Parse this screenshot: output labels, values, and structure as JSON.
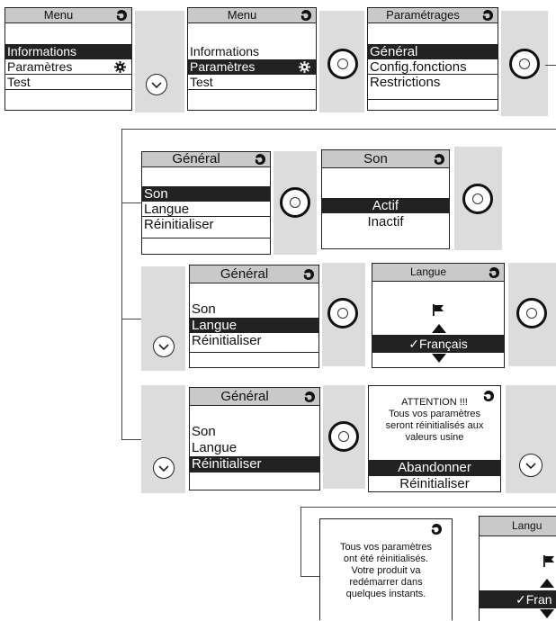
{
  "screen1": {
    "title": "Menu",
    "items": [
      "Informations",
      "Paramètres",
      "Test"
    ]
  },
  "screen2": {
    "title": "Menu",
    "items": [
      "Informations",
      "Paramètres",
      "Test"
    ]
  },
  "screen3": {
    "title": "Paramétrages",
    "items": [
      "Général",
      "Config.fonctions",
      "Restrictions"
    ]
  },
  "screen4": {
    "title": "Général",
    "items": [
      "Son",
      "Langue",
      "Réinitialiser"
    ]
  },
  "screen5": {
    "title": "Son",
    "items": [
      "Actif",
      "Inactif"
    ]
  },
  "screen6": {
    "title": "Général",
    "items": [
      "Son",
      "Langue",
      "Réinitialiser"
    ]
  },
  "screen7": {
    "title": "Langue",
    "selected": "Français"
  },
  "screen8": {
    "title": "Général",
    "items": [
      "Son",
      "Langue",
      "Réinitialiser"
    ]
  },
  "screen9": {
    "warning": [
      "ATTENTION !!!",
      "Tous vos paramètres",
      "seront réinitialisés aux",
      "valeurs usine"
    ],
    "options": [
      "Abandonner",
      "Réinitialiser"
    ]
  },
  "screen10": {
    "message": [
      "Tous vos paramètres",
      "ont été réinitialisés.",
      "Votre produit va",
      "redémarrer dans",
      "quelques instants."
    ]
  },
  "screen11": {
    "title": "Langu",
    "selected": "Fran"
  },
  "icons": {
    "logo": "brand-logo-icon",
    "gear": "gear-icon",
    "flag": "flag-icon",
    "ok": "ok-button-icon",
    "down": "chevron-down-icon",
    "check": "check-icon"
  }
}
